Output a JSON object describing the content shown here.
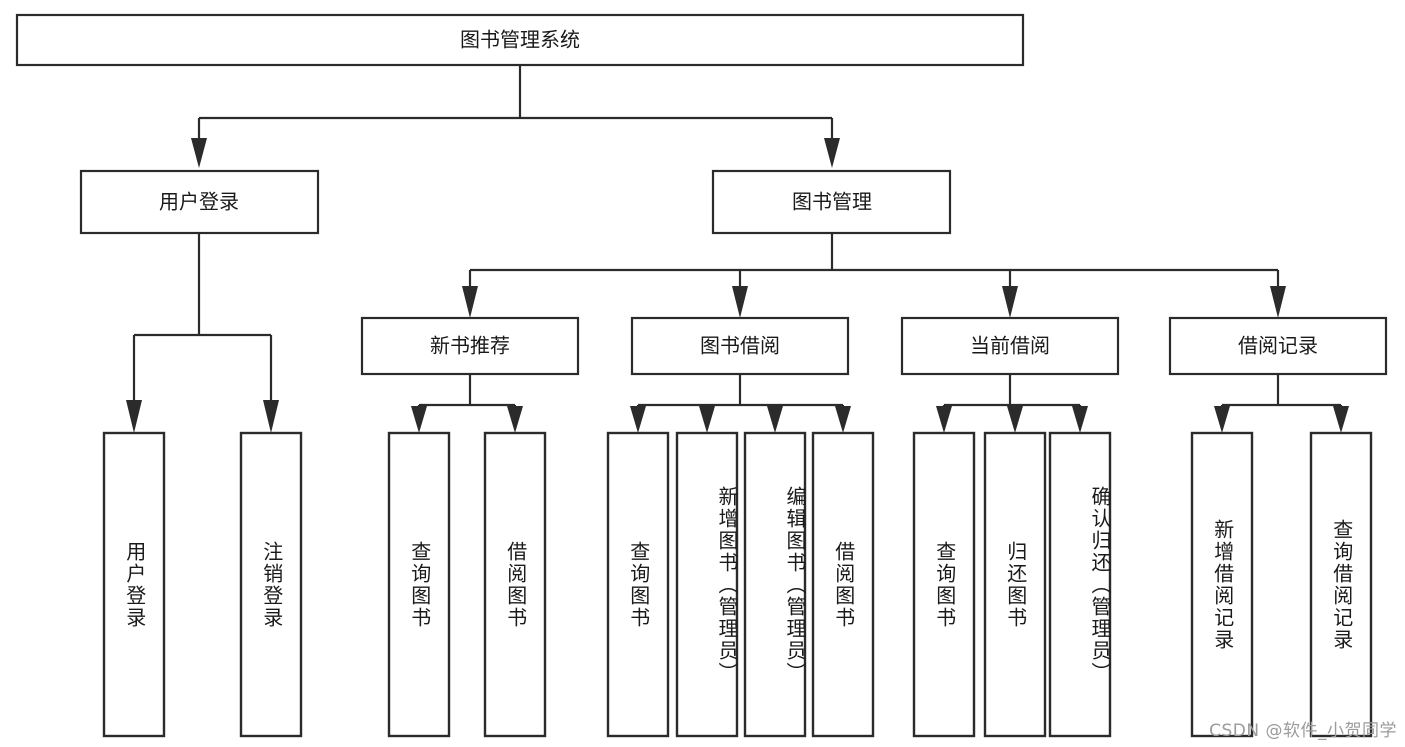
{
  "diagram": {
    "type": "tree-hierarchy",
    "title": "图书管理系统",
    "root": {
      "label": "图书管理系统",
      "id": "root"
    },
    "level1": [
      {
        "id": "user-login",
        "label": "用户登录"
      },
      {
        "id": "book-management",
        "label": "图书管理"
      }
    ],
    "level2": [
      {
        "id": "new-book-recommend",
        "label": "新书推荐",
        "parent": "book-management"
      },
      {
        "id": "book-borrow",
        "label": "图书借阅",
        "parent": "book-management"
      },
      {
        "id": "current-borrow",
        "label": "当前借阅",
        "parent": "book-management"
      },
      {
        "id": "borrow-record",
        "label": "借阅记录",
        "parent": "book-management"
      }
    ],
    "leaves": {
      "user-login": [
        {
          "id": "leaf-user-login",
          "label": "用户登录"
        },
        {
          "id": "leaf-logout-login",
          "label": "注销登录"
        }
      ],
      "new-book-recommend": [
        {
          "id": "leaf-query-book-1",
          "label": "查询图书"
        },
        {
          "id": "leaf-borrow-book-1",
          "label": "借阅图书"
        }
      ],
      "book-borrow": [
        {
          "id": "leaf-query-book-2",
          "label": "查询图书"
        },
        {
          "id": "leaf-add-book-admin",
          "label": "新增图书（管理员）"
        },
        {
          "id": "leaf-edit-book-admin",
          "label": "编辑图书（管理员）"
        },
        {
          "id": "leaf-borrow-book-2",
          "label": "借阅图书"
        }
      ],
      "current-borrow": [
        {
          "id": "leaf-query-book-3",
          "label": "查询图书"
        },
        {
          "id": "leaf-return-book",
          "label": "归还图书"
        },
        {
          "id": "leaf-confirm-return-admin",
          "label": "确认归还（管理员）"
        }
      ],
      "borrow-record": [
        {
          "id": "leaf-add-borrow-record",
          "label": "新增借阅记录"
        },
        {
          "id": "leaf-query-borrow-record",
          "label": "查询借阅记录"
        }
      ]
    }
  },
  "watermark": {
    "text": "CSDN @软件_小贺同学"
  },
  "colors": {
    "stroke": "#2b2b2b",
    "fill": "#ffffff",
    "text": "#1a1a1a",
    "watermark": "#9b9b9b"
  }
}
